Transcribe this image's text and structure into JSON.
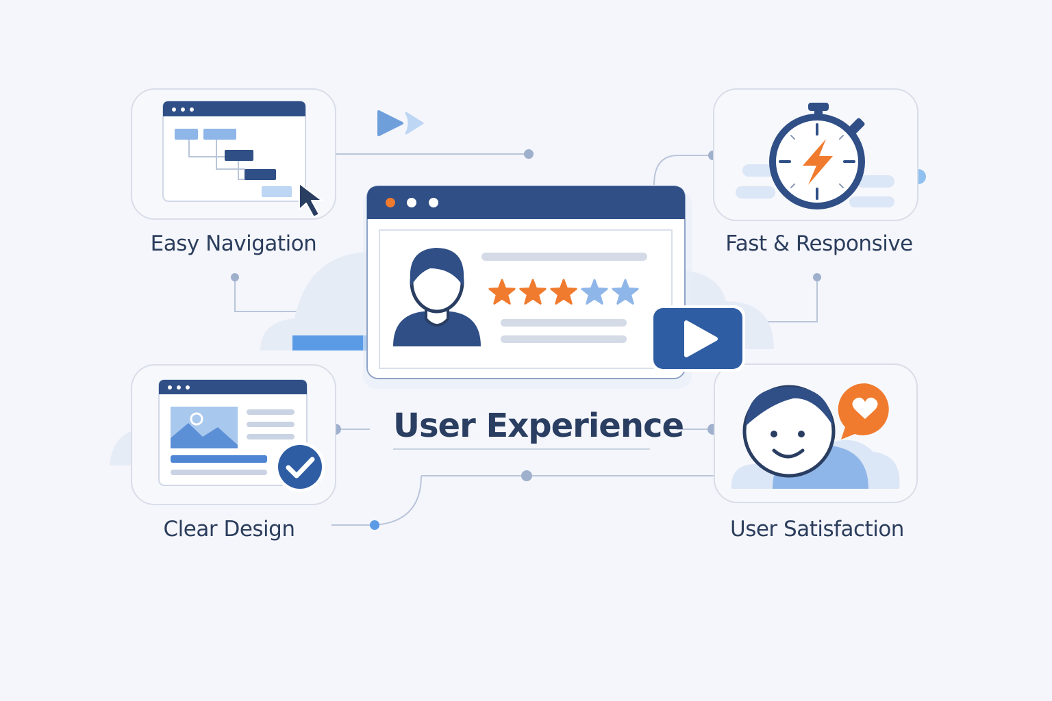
{
  "center": {
    "title": "User Experience",
    "rating": {
      "filled": 3,
      "total": 5
    }
  },
  "features": {
    "easy_navigation": "Easy Navigation",
    "fast_responsive": "Fast & Responsive",
    "clear_design": "Clear Design",
    "user_satisfaction": "User Satisfaction"
  },
  "colors": {
    "navy": "#2f4f86",
    "dark_navy": "#2a3e62",
    "orange": "#f07b2f",
    "light_blue": "#8fb6e8",
    "pale_blue": "#dbe6f6",
    "background": "#f5f6fb"
  },
  "icons": [
    "browser-window-icon",
    "cursor-arrow-icon",
    "stopwatch-icon",
    "lightning-icon",
    "user-avatar-icon",
    "star-icon",
    "play-button-icon",
    "checkmark-badge-icon",
    "image-icon",
    "smiley-face-icon",
    "heart-speech-bubble-icon",
    "fast-forward-icon"
  ]
}
